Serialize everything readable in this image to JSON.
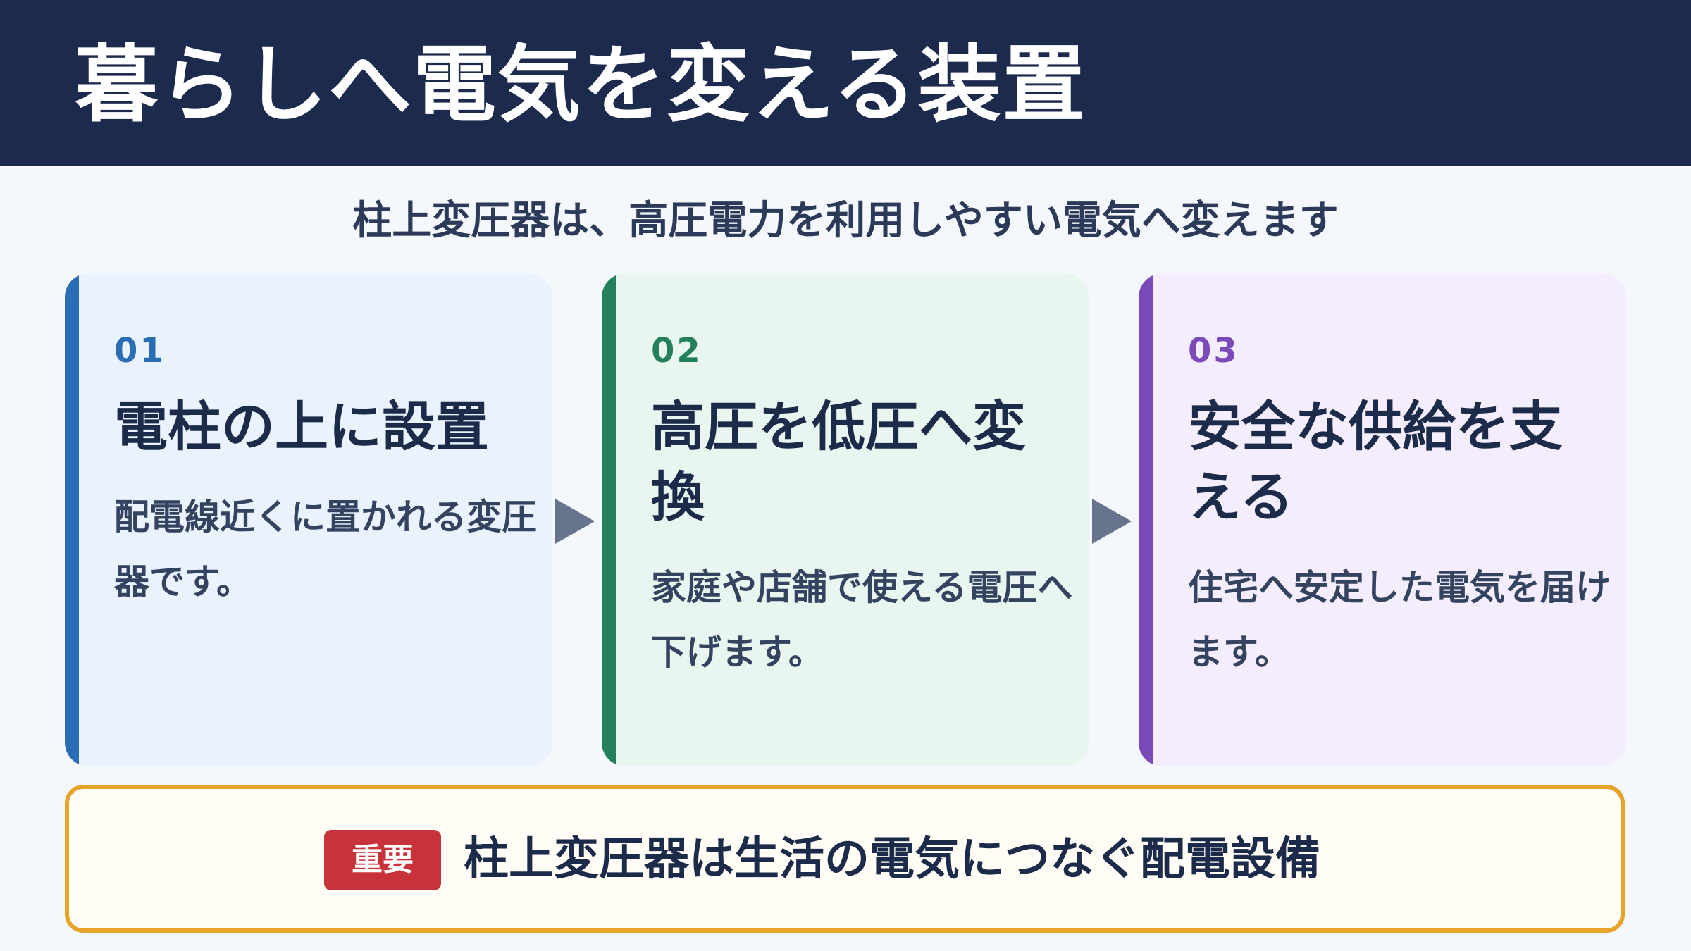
{
  "header": {
    "title": "暮らしへ電気を変える装置"
  },
  "subtitle": "柱上変圧器は、高圧電力を利用しやすい電気へ変えます",
  "cards": [
    {
      "number": "01",
      "heading": "電柱の上に設置",
      "body": "配電線近くに置かれる変圧器です。",
      "color": "#2a6db5"
    },
    {
      "number": "02",
      "heading": "高圧を低圧へ変換",
      "body": "家庭や店舗で使える電圧へ下げます。",
      "color": "#23805a"
    },
    {
      "number": "03",
      "heading": "安全な供給を支える",
      "body": "住宅へ安定した電気を届けます。",
      "color": "#7a4bb8"
    }
  ],
  "important": {
    "badge": "重要",
    "text": "柱上変圧器は生活の電気につなぐ配電設備",
    "border_color": "#e6a42a",
    "badge_color": "#c8323a"
  }
}
